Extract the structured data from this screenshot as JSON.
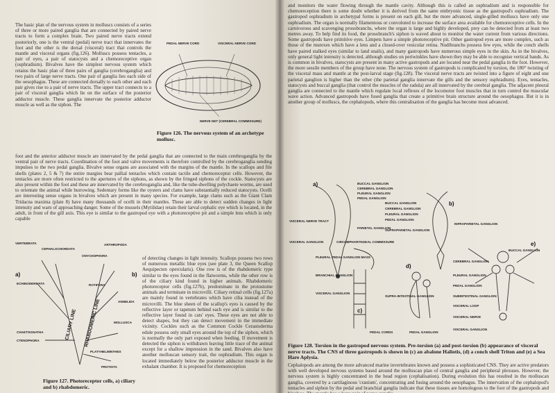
{
  "left": {
    "col1": "The basic plan of the nervous system in molluscs consists of a series of three or more paired ganglia that are connected by paired nerve tracts to form a complex brain. Two paired nerve tracts extend posteriorly, one is the ventral (pedal) nerve tract that innervates the foot and the other is the dorsal (visceral) tract that controls the mantle and visceral organs (fig.126). Molluscs possess tentacles, a pair of eyes, a pair of statocysts and a chemoreceptive organ (osphradium). Bivalves have the simplest nervous system which retains the basic plan of three pairs of ganglia (cerebroganglia) and two pairs of large nerve tracts. One pair of ganglia lies each side of the oesophagus. These are connected dorsally to each other and each pair gives rise to a pair of nerve tracts. The upper tract connects to a pair of visceral ganglia which lie on the surface of the posterior adductor muscle. These ganglia innervate the posterior adductor muscle as well as the siphon. The",
    "full": "foot and the anterior adductor muscle are innervated by the pedal ganglia that are connected to the main cerebroganglia by the ventral pair of nerve tracts. Coordination of the foot and valve movements is therefore controlled by the cerebroganglia sending impulses to the two pedal ganglia. Bivalve sense organs are associated with the margins of the mantle. In the scallops and file shells (plates 2, 5 & 7) the entire margins bear pallial tentacles which contain tactile and chemoreceptor cells. However, the tentacles are more often restricted to the apertures of the siphons, as shown by the fringed siphons of the cockle. Statocysts are also present within the foot and these are innervated by the cerebroganglia and, like the tube-dwelling polychaete worms, are used to orientate the animal while burrowing. Sedentary forms like the oysters and clams have substantially reduced statocysts. Ocelli are interesting sense organs in bivalves which are present in many species. For example, large clams such as the Giant Clam Tridacna maxima (plate 8) have many thousands of ocelli in their mantles. These are able to detect sudden changes in light intensity and warn of approaching danger. Some of the mussels (Mytilidae) retain their larval cephalic eye which is located, in the adult, in front of the gill axis. This eye is similar to the gastropod eye with a photoreceptive pit and a simple lens which is only capable",
    "col2": "of detecting changes in light intensity. Scallops possess two rows of numerous metallic blue eyes (see plate 3, the Queen Scallop Aequipecten opercularis). One row is of the rhabdomeric type similar to the eyes found in the flatworms, while the other row is of the ciliary kind found in higher animals. Rhabdomeric photoreceptor cells (fig.127b), predominate in the protostome animals and terminate in microvilli. Ciliary retinal cells (fig.127a) are mainly found in vertebrates which have cilia instead of the microvilli. The blue sheen of the scallop's eyes is caused by the reflective layer or tapetum behind each eye and is similar to the reflective layer found in cats' eyes. These eyes are not able to detect shapes, but they can detect movement in the immediate vicinity. Cockles such as the Common Cockle Cerastoderma edule possess only small eyes around the top of the siphon, which is normally the only part exposed when feeding. If movement is detected the siphon is withdrawn leaving little trace of the animal except for a shallow impression in the sand. Bivalves also have another molluscan sensory trait, the osphradium. This organ is located immediately below the posterior adductor muscle in the exhalant chamber. It is proposed for chemoreception",
    "fig126_caption": "Figure 126. The nervous system of an archetype mollusc.",
    "fig127_caption": "Figure 127. Photoreceptor cells, a) ciliary and b) rhabdomeric.",
    "fig126_labels": [
      "PEDAL NERVE CORD",
      "VISCERAL NERVE CORD",
      "NERVE NET (CEREBRAL COMMISSURE)"
    ],
    "fig127_labels": [
      "VERTEBRATA",
      "CEPHALOCHORDATA",
      "ARTHROPODA",
      "ONYCHOPHORA",
      "ECHINODERMATA",
      "ROTIFERA",
      "ANNELIDA",
      "MOLLUSCA",
      "CHAETOGNATHA",
      "CTENOPHORA",
      "PLATYHELMINTHES",
      "PROTISTA",
      "CILIARY LINE",
      "RHABDOMERIC LINE"
    ],
    "fig127_letters": [
      "a)",
      "b)"
    ]
  },
  "right": {
    "top": "and monitors the water flowing through the mantle cavity. Although this is called an osphradium and is responsible for chemoreception there is some doubt whether it is derived from the same embryonic tissue as the gastropod's osphradium. The gastropod osphradium in archetypal forms is present on each gill, but the more advanced, single-gilled molluscs have only one osphradium. The organ is normally filamentous or convoluted to increase the surface area available for chemoreceptive cells. In the carnivorous and scavenging prosobranchs, where the organ is large and highly developed, prey can be detected from at least two metres away. To help find its food, the prosobranch's siphon is waved about to monitor the water current from various directions. Some gastropods have primitive eyes. Limpets have a simple photoreceptive pit. Other gastropod eyes are more complex, such as those of the murexes which have a lens and a closed-over vesicular retina. Nudibranchs possess few eyes, while the conch shells have paired stalked eyes (similar to land snails), and many gastropods have numerous simple eyes in the skin. As in the bivalves, only general light intensity is detected, although studies on periwinkles have shown they may be able to recognise vertical bands. As is common in bivalves, statocysts are present in many active gastropods and are located near the pedal ganglia in the foot. However, the more sessile members of the group have none. The nervous system of gastropods is complicated by torsion, the 180° twisting of the visceral mass and mantle at the post-larval stage (fig.128). The visceral nerve tracts are twisted into a figure of eight and one parietal ganglion is higher than the other (the parietal ganglia innervate the gills and the sensory osphradium). Eyes, tentacles, statocysts and buccal ganglia (that control the muscles of the radula) are all innervated by the cerebral ganglia. The adjacent pleural ganglia are connected to the mantle which regulate local reflexes of the locomotor foot muscles that in turn control the muscular wave action. Advanced gastropods have fused ganglia that create a primitive brain structure around the oesophagus. But it is in another group of molluscs, the cephalopods, where this centralisation of the ganglia has become most advanced.",
    "fig128_caption": "Figure 128. Torsion in the gastropod nervous system. Pre-torsion (a) and post-torsion (b) appearance of visceral nerve tracts. The CNS of three gastropods is shown in (c) an abalone Haliotis, (d) a conch shell Triton and (e) a Sea Hare Aplysia.",
    "bottom": "Cephalopods are among the more advanced marine invertebrates known and possess a sophisticated CNS. They are active predators with well developed nervous systems based around the molluscan plan of central ganglia and peripheral plexuses. However, the nervous system is highly concentrated in the head region (cephalisation). During evolution this has resulted in the molluscan ganglia, covered by a cartilaginous 'cranium', concentrating and fusing around the oesophagus. The innervation of the cephalopod's tentacles and siphon by the pedal and branchial ganglia indicate that these tissues are homologous to the foot of the gastropods and bivalves. The mantle has a large pair of nerve ganglia",
    "fig128_letters": [
      "a)",
      "b)",
      "c)",
      "d)",
      "e)"
    ],
    "fig128_labels_a": [
      "BUCCAL GANGLION",
      "CEREBRAL GANGLION",
      "PLEURAL GANGLION",
      "PEDAL GANGLION",
      "VISCERAL NERVE TRACT",
      "PARIETAL GANGLION",
      "VISCERAL GANGLION"
    ],
    "fig128_labels_b": [
      "BUCCAL GANGLION",
      "CEREBRAL GANGLION",
      "PLEURAL GANGLION",
      "PEDAL GANGLION",
      "SUPRAPARIETAL GANGLION",
      "INFRAPARIETAL GANGLION"
    ],
    "fig128_labels_c": [
      "CIRCUMPHARYNGEAL COMMISSURE",
      "PLEURAL PEDAL GANGLION MASS",
      "BRANCHIAL GANGLION",
      "VISCERAL GANGLION",
      "PEDAL CORDS"
    ],
    "fig128_labels_d": [
      "SUPRA-INTESTINAL GANGLION",
      "PEDAL GANGLION"
    ],
    "fig128_labels_e": [
      "BUCCAL GANGLION",
      "CEREBRAL GANGLION",
      "PLEURAL GANGLION",
      "PEDAL GANGLION",
      "SUBINTESTINAL GANGLION",
      "VISCERAL LOOP",
      "VISCERAL NERVE",
      "VISCERAL GANGLION"
    ]
  }
}
